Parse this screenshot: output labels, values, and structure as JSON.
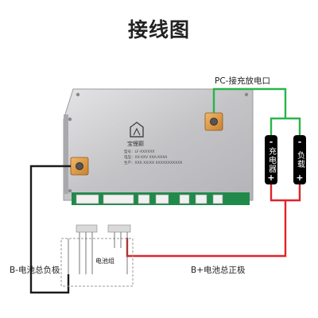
{
  "title": "接线图",
  "labels": {
    "pc_port": "PC-接充放电口",
    "b_minus": "B-电池总负极",
    "b_plus": "B+电池总正极",
    "battery_pack": "电池组"
  },
  "charger": {
    "plus": "+",
    "minus": "-",
    "text": "充电器"
  },
  "load": {
    "plus": "+",
    "minus": "-",
    "text": "负载"
  },
  "board": {
    "brand": "宝锂巅",
    "spec_lines": [
      "型号：LF-XXXXXX",
      "电压：XX-XXV  XXA-XXXA",
      "生产：XXX  XX/XX  XXXXXXXXXXX"
    ]
  },
  "colors": {
    "green_wire": "#2bb44a",
    "red_wire": "#e0232a",
    "black_wire": "#1a1a1a",
    "board": "#c9c9cb",
    "pcb": "#1f8a4a"
  }
}
